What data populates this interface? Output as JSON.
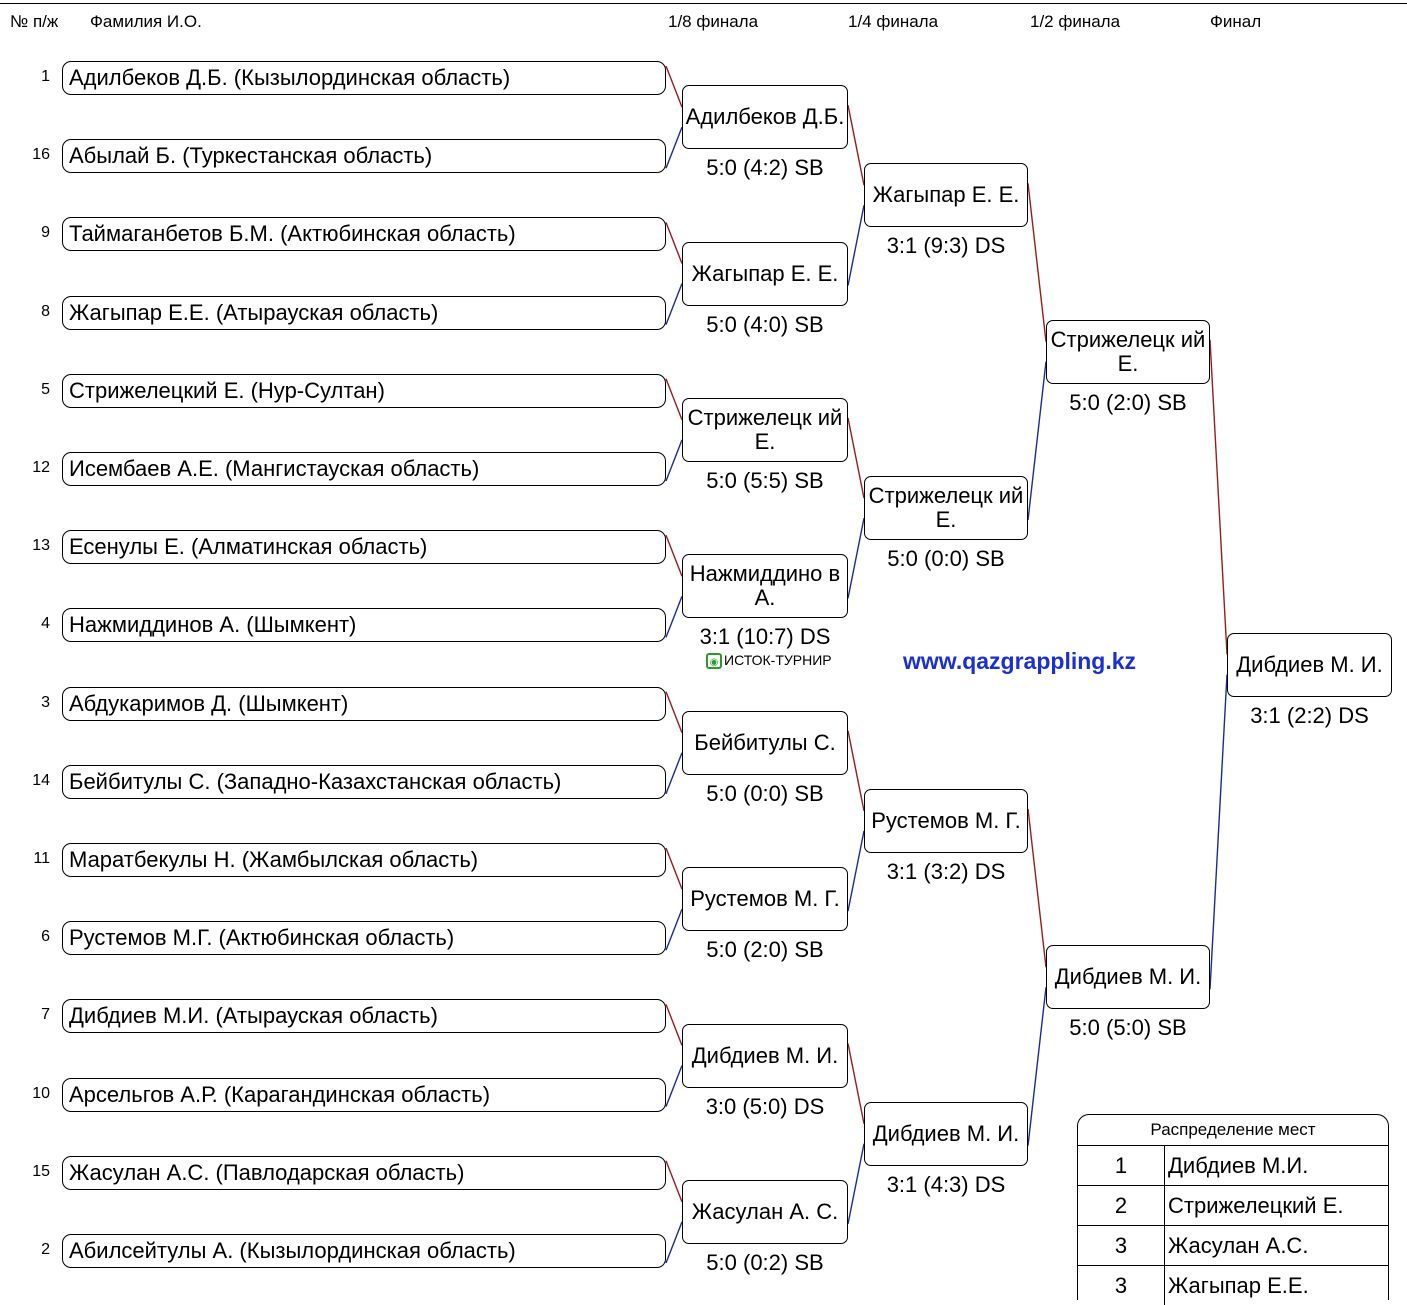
{
  "headers": {
    "num": "№ п/ж",
    "name": "Фамилия И.О.",
    "r16": "1/8 финала",
    "qf": "1/4 финала",
    "sf": "1/2 финала",
    "final": "Финал"
  },
  "participants": [
    {
      "seed": "1",
      "name": "Адилбеков Д.Б. (Кызылординская область)"
    },
    {
      "seed": "16",
      "name": "Абылай Б. (Туркестанская область)"
    },
    {
      "seed": "9",
      "name": "Таймаганбетов Б.М. (Актюбинская область)"
    },
    {
      "seed": "8",
      "name": "Жагыпар Е.Е. (Атырауская область)"
    },
    {
      "seed": "5",
      "name": "Стрижелецкий Е. (Нур-Султан)"
    },
    {
      "seed": "12",
      "name": "Исембаев А.Е. (Мангистауская область)"
    },
    {
      "seed": "13",
      "name": "Есенулы Е. (Алматинская область)"
    },
    {
      "seed": "4",
      "name": "Нажмиддинов А. (Шымкент)"
    },
    {
      "seed": "3",
      "name": "Абдукаримов Д. (Шымкент)"
    },
    {
      "seed": "14",
      "name": "Бейбитулы С. (Западно-Казахстанская область)"
    },
    {
      "seed": "11",
      "name": "Маратбекулы Н. (Жамбылская область)"
    },
    {
      "seed": "6",
      "name": "Рустемов М.Г. (Актюбинская область)"
    },
    {
      "seed": "7",
      "name": "Дибдиев М.И. (Атырауская область)"
    },
    {
      "seed": "10",
      "name": "Арсельгов А.Р. (Карагандинская область)"
    },
    {
      "seed": "15",
      "name": "Жасулан А.С. (Павлодарская область)"
    },
    {
      "seed": "2",
      "name": "Абилсейтулы А. (Кызылординская область)"
    }
  ],
  "rounds": {
    "r16": [
      {
        "winner": "Адилбеков Д.Б.",
        "score": "5:0 (4:2) SB"
      },
      {
        "winner": "Жагыпар Е. Е.",
        "score": "5:0 (4:0) SB"
      },
      {
        "winner": "Стрижелецк ий Е.",
        "score": "5:0 (5:5) SB"
      },
      {
        "winner": "Нажмиддино в А.",
        "score": "3:1 (10:7) DS"
      },
      {
        "winner": "Бейбитулы С.",
        "score": "5:0 (0:0) SB"
      },
      {
        "winner": "Рустемов М. Г.",
        "score": "5:0 (2:0) SB"
      },
      {
        "winner": "Дибдиев М. И.",
        "score": "3:0 (5:0) DS"
      },
      {
        "winner": "Жасулан А. С.",
        "score": "5:0 (0:2) SB"
      }
    ],
    "qf": [
      {
        "winner": "Жагыпар Е. Е.",
        "score": "3:1 (9:3) DS"
      },
      {
        "winner": "Стрижелецк ий Е.",
        "score": "5:0 (0:0) SB"
      },
      {
        "winner": "Рустемов М. Г.",
        "score": "3:1 (3:2) DS"
      },
      {
        "winner": "Дибдиев М. И.",
        "score": "3:1 (4:3) DS"
      }
    ],
    "sf": [
      {
        "winner": "Стрижелецк ий Е.",
        "score": "5:0 (2:0) SB"
      },
      {
        "winner": "Дибдиев М. И.",
        "score": "5:0 (5:0) SB"
      }
    ],
    "final": [
      {
        "winner": "Дибдиев М. И.",
        "score": "3:1 (2:2) DS"
      }
    ]
  },
  "branding": {
    "logo_text": "ИСТОК-ТУРНИР",
    "website": "www.qazgrappling.kz"
  },
  "places": {
    "title": "Распределение мест",
    "rows": [
      {
        "place": "1",
        "name": "Дибдиев М.И."
      },
      {
        "place": "2",
        "name": "Стрижелецкий Е."
      },
      {
        "place": "3",
        "name": "Жасулан А.С."
      },
      {
        "place": "3",
        "name": "Жагыпар Е.Е."
      }
    ]
  },
  "colors": {
    "upper_line": "#9b1c1c",
    "lower_line": "#1c2a9b",
    "website": "#1a2fd6",
    "logo": "#2e9a2e"
  }
}
